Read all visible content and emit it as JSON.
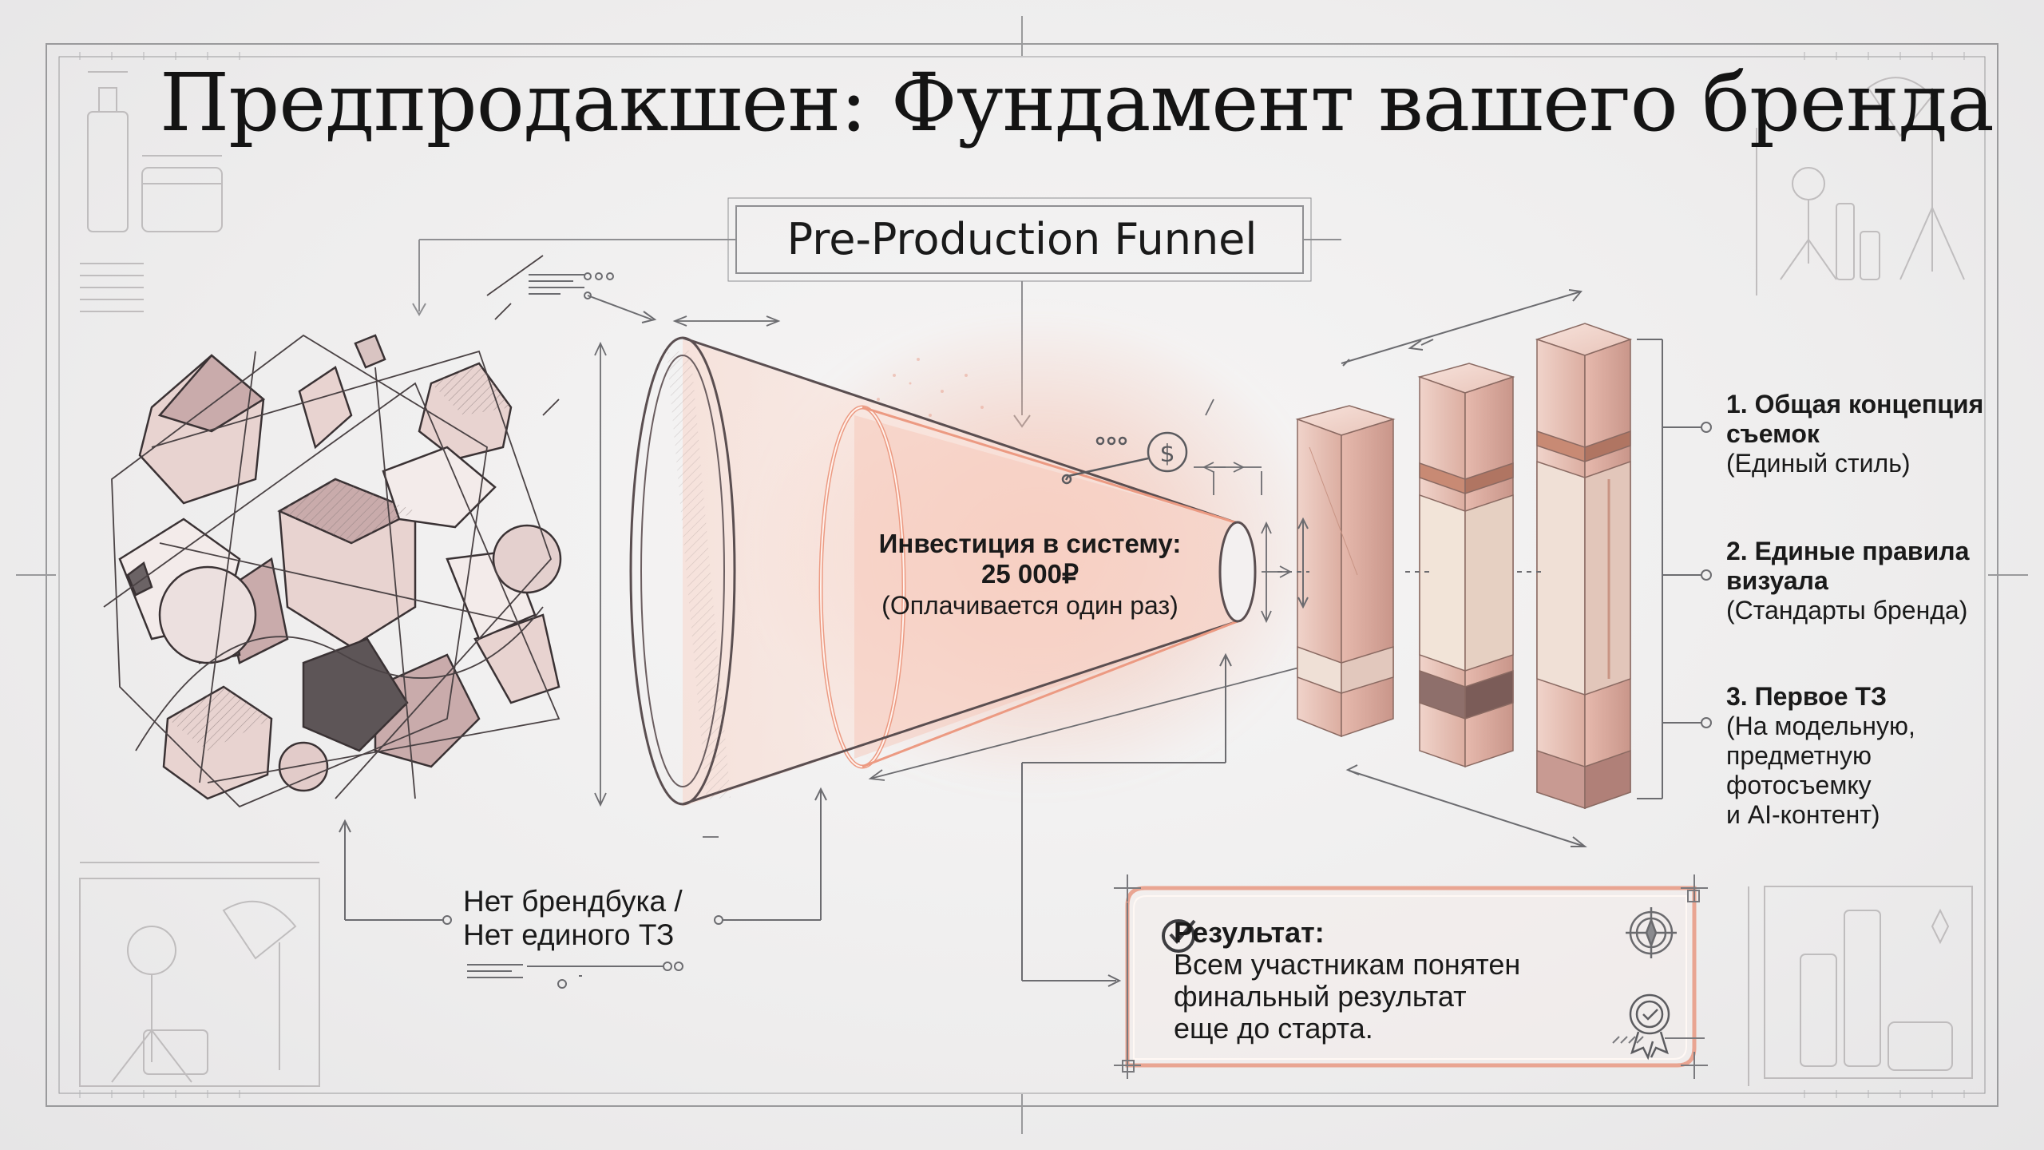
{
  "title": "Предпродакшен: Фундамент вашего бренда",
  "funnel_label": "Pre-Production Funnel",
  "investment": {
    "line1": "Инвестиция в систему:",
    "amount": "25 000₽",
    "note": "(Оплачивается один раз)"
  },
  "problem": {
    "line1": "Нет брендбука /",
    "line2": "Нет единого ТЗ"
  },
  "steps": [
    {
      "title_line1": "1. Общая концепция",
      "title_line2": "съемок",
      "desc": [
        "(Единый стиль)"
      ]
    },
    {
      "title_line1": "2. Единые правила",
      "title_line2": "визуала",
      "desc": [
        "(Стандарты бренда)"
      ]
    },
    {
      "title_line1": "3. Первое ТЗ",
      "title_line2": "",
      "desc": [
        "(На модельную,",
        "предметную",
        "фотосъемку",
        "и AI-контент)"
      ]
    }
  ],
  "result": {
    "title": "Результат:",
    "lines": [
      "Всем участникам понятен",
      "финальный результат",
      "еще до старта."
    ]
  },
  "colors": {
    "background": "#efefef",
    "accent_rose": "#e8a08e",
    "pillar_pink": "#e9c8be",
    "ink": "#151515"
  },
  "icons": [
    "check-icon",
    "compass-icon",
    "award-icon",
    "dollar-icon"
  ]
}
